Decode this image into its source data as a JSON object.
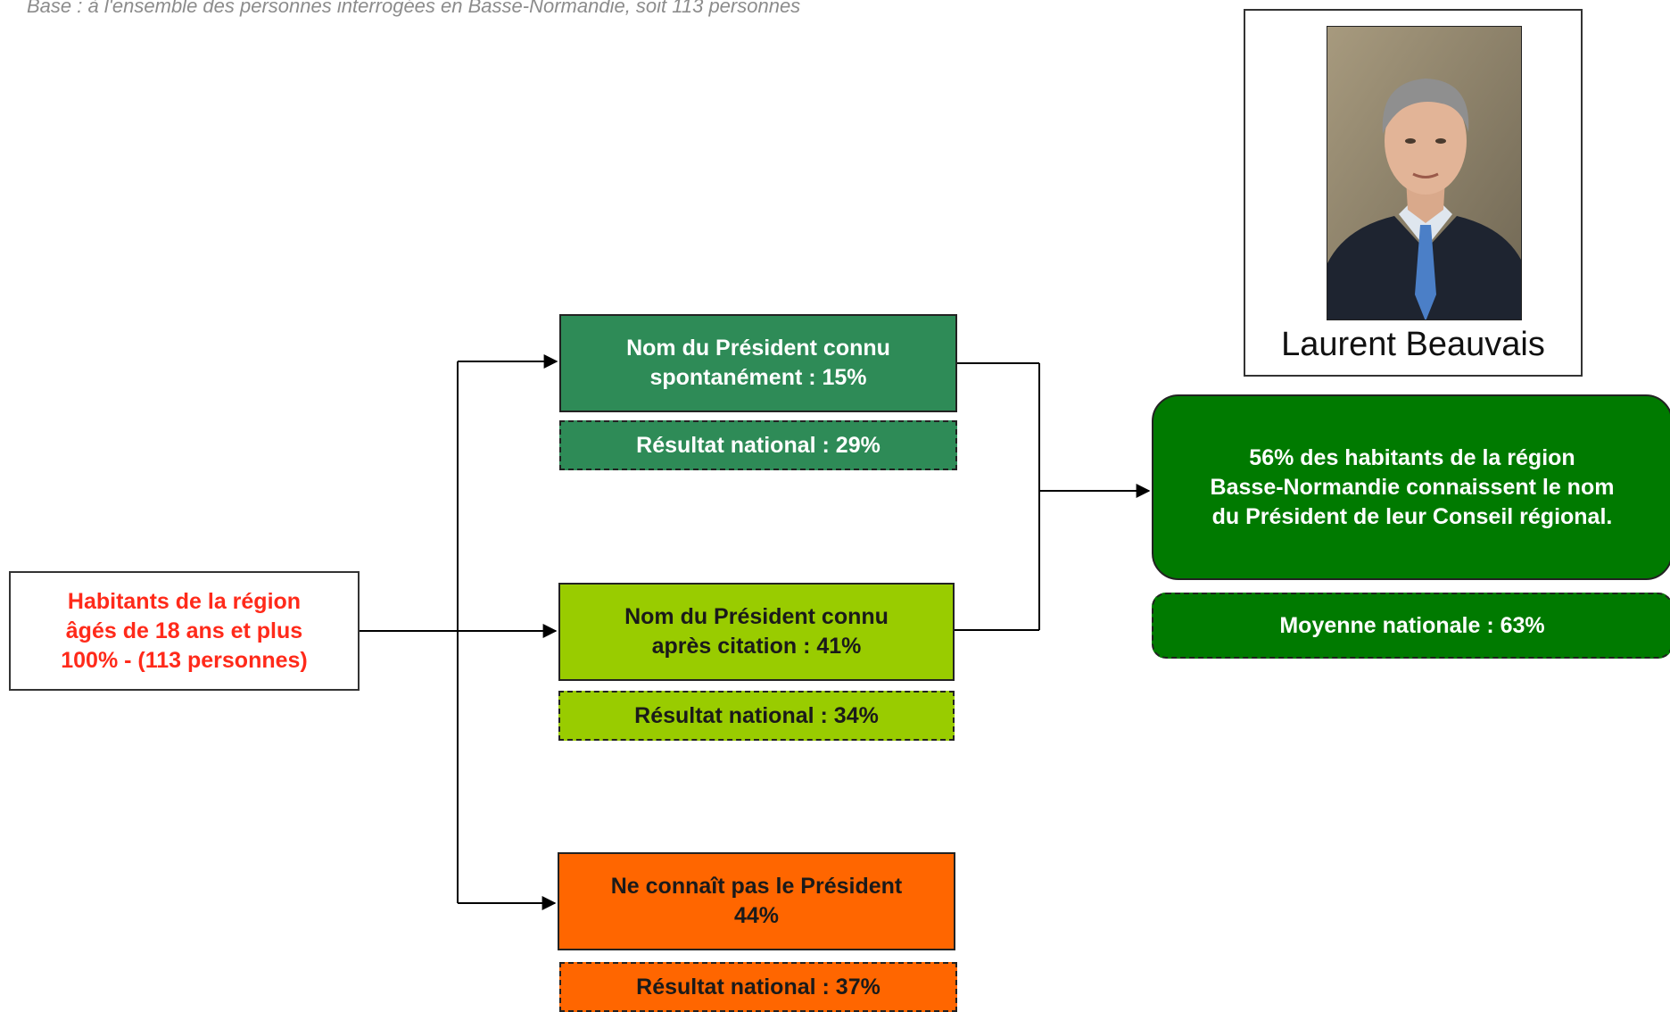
{
  "header": {
    "base_note": "Base : à l'ensemble des personnes interrogées en Basse-Normandie, soit 113 personnes"
  },
  "source": {
    "line1": "Habitants de la région",
    "line2": "âgés de 18 ans et plus",
    "line3": "100% - (113 personnes)"
  },
  "levels": [
    {
      "line1": "Nom du Président connu",
      "line2": "spontanément : 15%",
      "national": "Résultat national : 29%"
    },
    {
      "line1": "Nom du Président connu",
      "line2": "après citation : 41%",
      "national": "Résultat national : 34%"
    },
    {
      "line1": "Ne connaît pas le Président",
      "line2": "44%",
      "national": "Résultat national : 37%"
    }
  ],
  "summary": {
    "line1": "56% des habitants de la région",
    "line2": "Basse-Normandie connaissent le nom",
    "line3": "du Président de leur Conseil régional.",
    "national_avg": "Moyenne nationale : 63%"
  },
  "president": {
    "name": "Laurent Beauvais"
  },
  "colors": {
    "spontaneous": "#2e8b57",
    "after_citation": "#99cc00",
    "unknown": "#ff6600",
    "summary": "#007a00",
    "source_text": "#ff2a1a"
  }
}
